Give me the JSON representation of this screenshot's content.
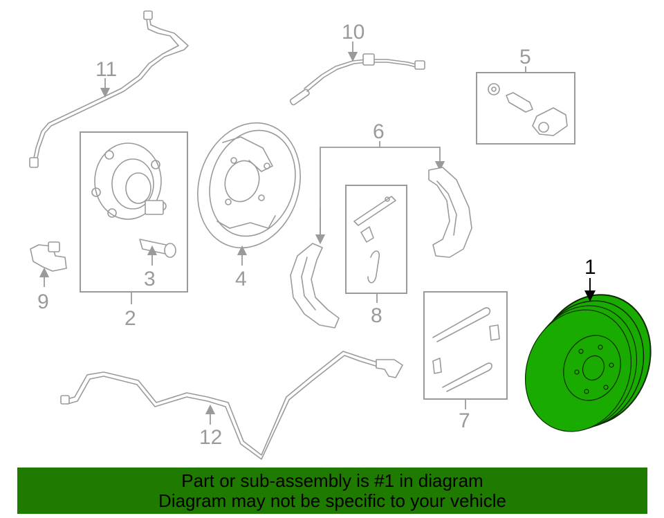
{
  "callouts": {
    "c1": "1",
    "c2": "2",
    "c3": "3",
    "c4": "4",
    "c5": "5",
    "c6": "6",
    "c7": "7",
    "c8": "8",
    "c9": "9",
    "c10": "10",
    "c11": "11",
    "c12": "12"
  },
  "banner": {
    "line1": "Part or sub-assembly is #1 in diagram",
    "line2": "Diagram may not be specific to your vehicle"
  },
  "colors": {
    "highlight": "#1aab00",
    "banner_bg": "#1f7a00",
    "line_art": "#9a9a9a",
    "drum_stroke": "#0b2a00"
  }
}
